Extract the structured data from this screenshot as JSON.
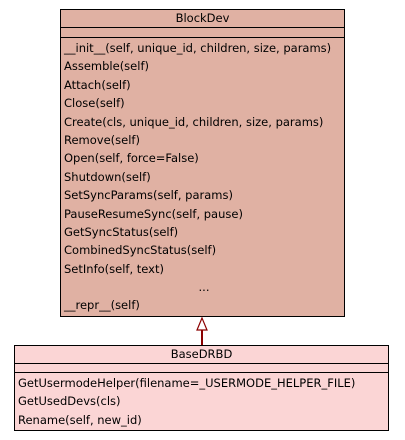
{
  "diagram": {
    "classes": [
      {
        "name": "BlockDev",
        "operations": [
          "__init__(self, unique_id, children, size, params)",
          "Assemble(self)",
          "Attach(self)",
          "Close(self)",
          "Create(cls, unique_id, children, size, params)",
          "Remove(self)",
          "Open(self, force=False)",
          "Shutdown(self)",
          "SetSyncParams(self, params)",
          "PauseResumeSync(self, pause)",
          "GetSyncStatus(self)",
          "CombinedSyncStatus(self)",
          "SetInfo(self, text)",
          "...",
          "__repr__(self)"
        ]
      },
      {
        "name": "BaseDRBD",
        "operations": [
          "GetUsermodeHelper(filename=_USERMODE_HELPER_FILE)",
          "GetUsedDevs(cls)",
          "Rename(self, new_id)"
        ]
      }
    ],
    "relations": [
      {
        "type": "inheritance",
        "from": "BaseDRBD",
        "to": "BlockDev"
      }
    ],
    "colors": {
      "parent_fill": "#e0b1a3",
      "child_fill": "#fbd5d5",
      "border": "#000000",
      "arrow": "#8b0000"
    }
  }
}
